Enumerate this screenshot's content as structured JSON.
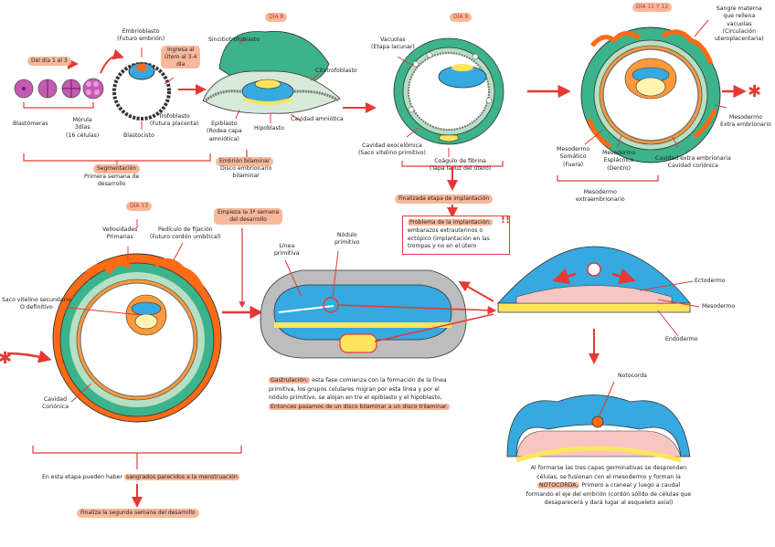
{
  "colors": {
    "green": "#3cb38a",
    "light_green": "#b5e0c4",
    "orange": "#ff6a14",
    "blue": "#36a9e0",
    "yellow": "#ffe45c",
    "arrow": "#e53935",
    "tag": "#f8b89a",
    "grey": "#9e9e9e",
    "purple": "#c45bb2"
  },
  "day_tags": {
    "day1": "Del día 1 al 3",
    "day8": "DÍA 8",
    "day9": "DÍA 9",
    "day11": "DÍA 11 Y 12",
    "day13": "DÍA 13"
  },
  "labels": {
    "blastomeras": "Blastómeras",
    "morula": "Mórula\n3días\n(16 células)",
    "embrioblasto": "Embrioblasto\n(Futuro embrión)",
    "ingresa": "Ingresa al\nÚtero al 3-4\ndía",
    "trofoblasto": "Trofoblasto\n(Futura placenta)",
    "blastocisto": "Blastocisto",
    "sincitiotrofoblasto": "Sincitiotrofoblasto",
    "citotrofoblasto": "Citotrofoblasto",
    "epiblasto": "Epiblasto\n(Rodea capa\namniótica)",
    "hipoblasto": "Hipoblasto",
    "cavidad_amniotica": "Cavidad amniótica",
    "embrion_bilaminar": "Embrión bilaminar",
    "disco_bilaminar": "Disco embrionario\nbilaminar",
    "vacuolas": "Vacuolas\n(Etapa lacunar)",
    "cavidad_exocelomica": "Cavidad exocelómica\n(Saco vitelino primitivo)",
    "coagulo": "Coágulo de fibrina\n(Tapa la luz del útero)",
    "sangre_materna": "Sangre materna\nque rellena\nvacuolas\n(Circulación\nuteroplacentaria)",
    "mesodermo_extra": "Mesodermo\nExtra embrionario",
    "mesodermo_somatico": "Mesodermo\nSomático\n(Fuera)",
    "mesodermo_esplacnico": "Mesodermo\nEsplácnico\n(Dentro)",
    "cavidad_extraemb": "Cavidad extra embrionaria\nCavidad coriónica",
    "mesodermo_extra2": "Mesodermo\nextraembrionario",
    "segmentacion": "Segmentación",
    "segmentacion_sub": "Primera semana de\ndesarrollo",
    "finalizada": "Finalizada etapa de implantación",
    "empieza": "Empieza la 3ª semana\ndel desarrollo",
    "vellosidades": "Vellosidades\nPrimarias",
    "pediculo": "Pedículo de fijación\n(Futuro cordón umbilical)",
    "saco_vitelino": "Saco vitelino secundario\nO definitivo",
    "cavidad_corionica": "Cavidad\nCoriónica",
    "linea_primitiva": "Línea\nprimitiva",
    "nodulo_primitivo": "Nódulo\nprimitivo",
    "ectodermo": "Ectodermo",
    "mesodermo": "Mesodermo",
    "endodermo": "Endodermo",
    "notocorda": "Notocorda",
    "sangrados_pre": "En esta etapa pueden haber",
    "sangrados_hl": "sangrados parecidos a la menstruación",
    "finaliza_segunda": "Finaliza la segunda semana del desarrollo"
  },
  "problem_box": {
    "title": "Problema de la implantación:",
    "body": "embarazos extrauterinos o\nectópico (implantación en las\ntrompas y no en el útero"
  },
  "gastrulacion": {
    "title": "Gastrulación:",
    "text": "esta fase comienza con la formación de la línea\nprimitiva, los grupos celulares migran por esta línea y por el\nnódulo primitivo, se alojan en tre el epiblasto y el hipoblasto,",
    "end": "Entonces pasamos de un disco bilaminar a un disco trilaminar."
  },
  "notocorda_text": {
    "line1": "Al formarse las tres capas germinativas se desprenden",
    "line2": "células, se fusionan con el mesodermo y forman la",
    "hl": "NOTOCORDA,",
    "line3": "Primero a craneal y luego a caudal",
    "line4": "formando el eje del embrión (cordón sólido de células que",
    "line5": "desaparecerá y dará lugar al esqueleto axial)"
  }
}
